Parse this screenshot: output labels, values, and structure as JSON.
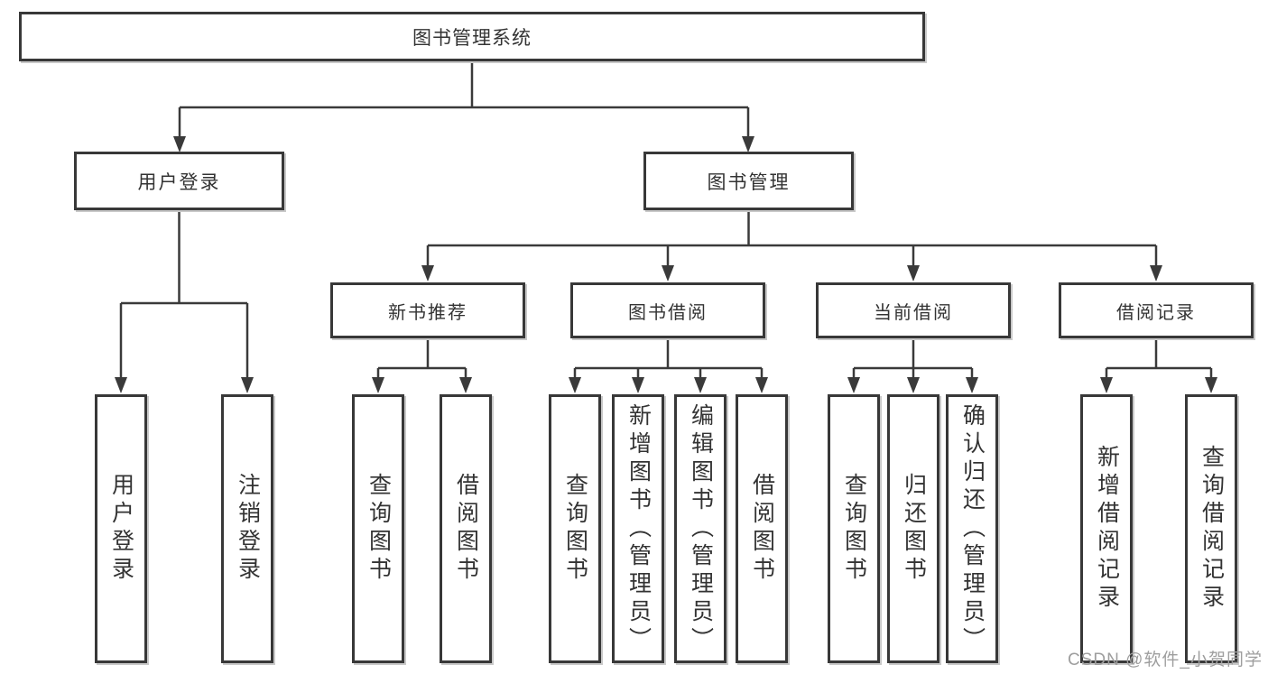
{
  "diagram": {
    "title": "图书管理系统",
    "level2": {
      "user_login": "用户登录",
      "book_mgmt": "图书管理"
    },
    "level3": {
      "new_books": "新书推荐",
      "book_borrow": "图书借阅",
      "current_borrow": "当前借阅",
      "borrow_records": "借阅记录"
    },
    "leaves": {
      "user_login": [
        "用户登录",
        "注销登录"
      ],
      "new_books": [
        "查询图书",
        "借阅图书"
      ],
      "book_borrow": [
        "查询图书",
        "新增图书（管理员）",
        "编辑图书（管理员）",
        "借阅图书"
      ],
      "current_borrow": [
        "查询图书",
        "归还图书",
        "确认归还（管理员）"
      ],
      "borrow_records": [
        "新增借阅记录",
        "查询借阅记录"
      ]
    },
    "watermark": "CSDN @软件_小贺同学",
    "colors": {
      "line": "#3a3a3a",
      "text": "#333333",
      "background": "#ffffff",
      "watermark": "#9e9e9e"
    }
  }
}
